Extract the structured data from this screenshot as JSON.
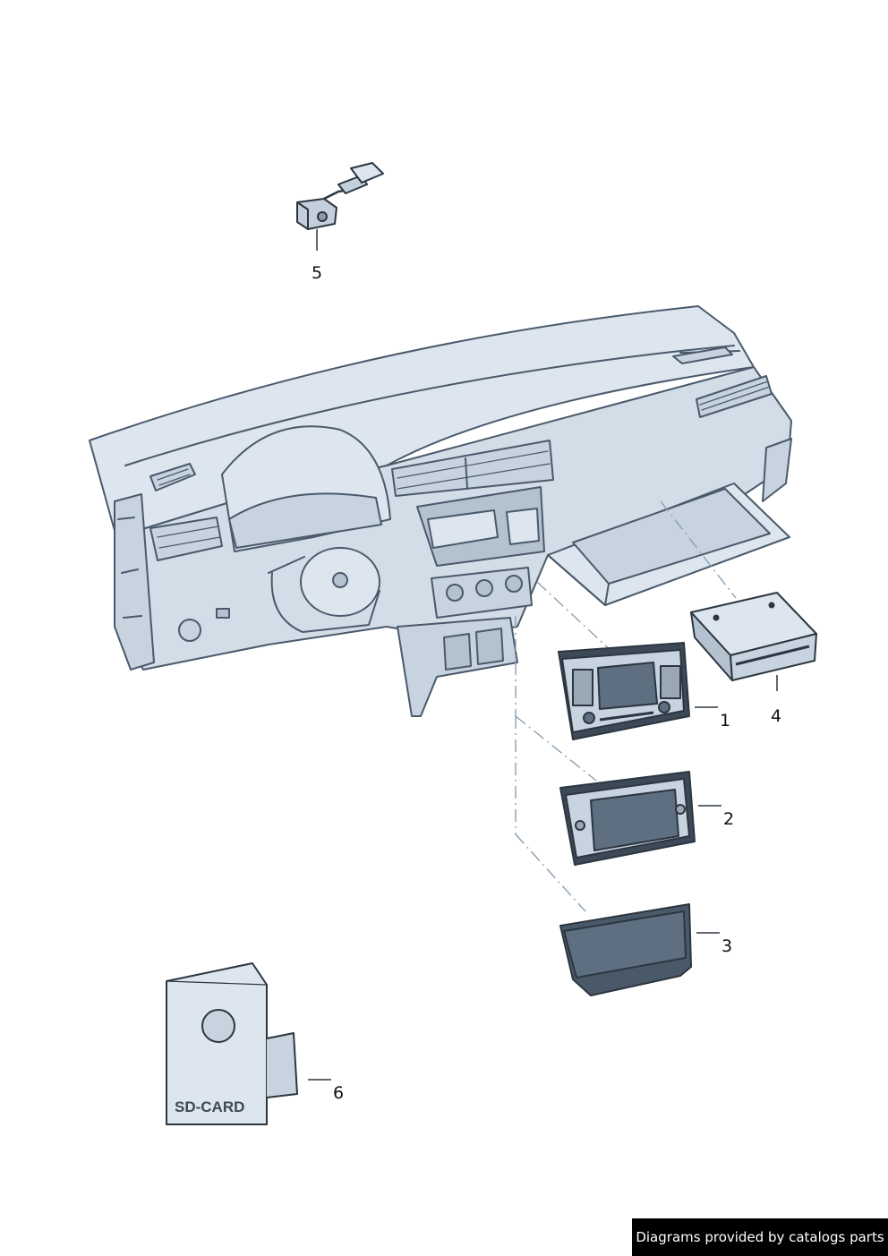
{
  "callouts": [
    {
      "id": "1",
      "label": "1"
    },
    {
      "id": "2",
      "label": "2"
    },
    {
      "id": "3",
      "label": "3"
    },
    {
      "id": "4",
      "label": "4"
    },
    {
      "id": "5",
      "label": "5"
    },
    {
      "id": "6",
      "label": "6"
    }
  ],
  "sd_card": {
    "label": "SD-CARD"
  },
  "footer": {
    "credit": "Diagrams provided by catalogs parts"
  },
  "colors": {
    "dash_fill": "#dde6ee",
    "dash_shade": "#c7d3de",
    "outline": "#4a5a6c",
    "part_dark": "#3c4a58",
    "screen": "#5d6f80",
    "leader": "#8aa0b2"
  }
}
